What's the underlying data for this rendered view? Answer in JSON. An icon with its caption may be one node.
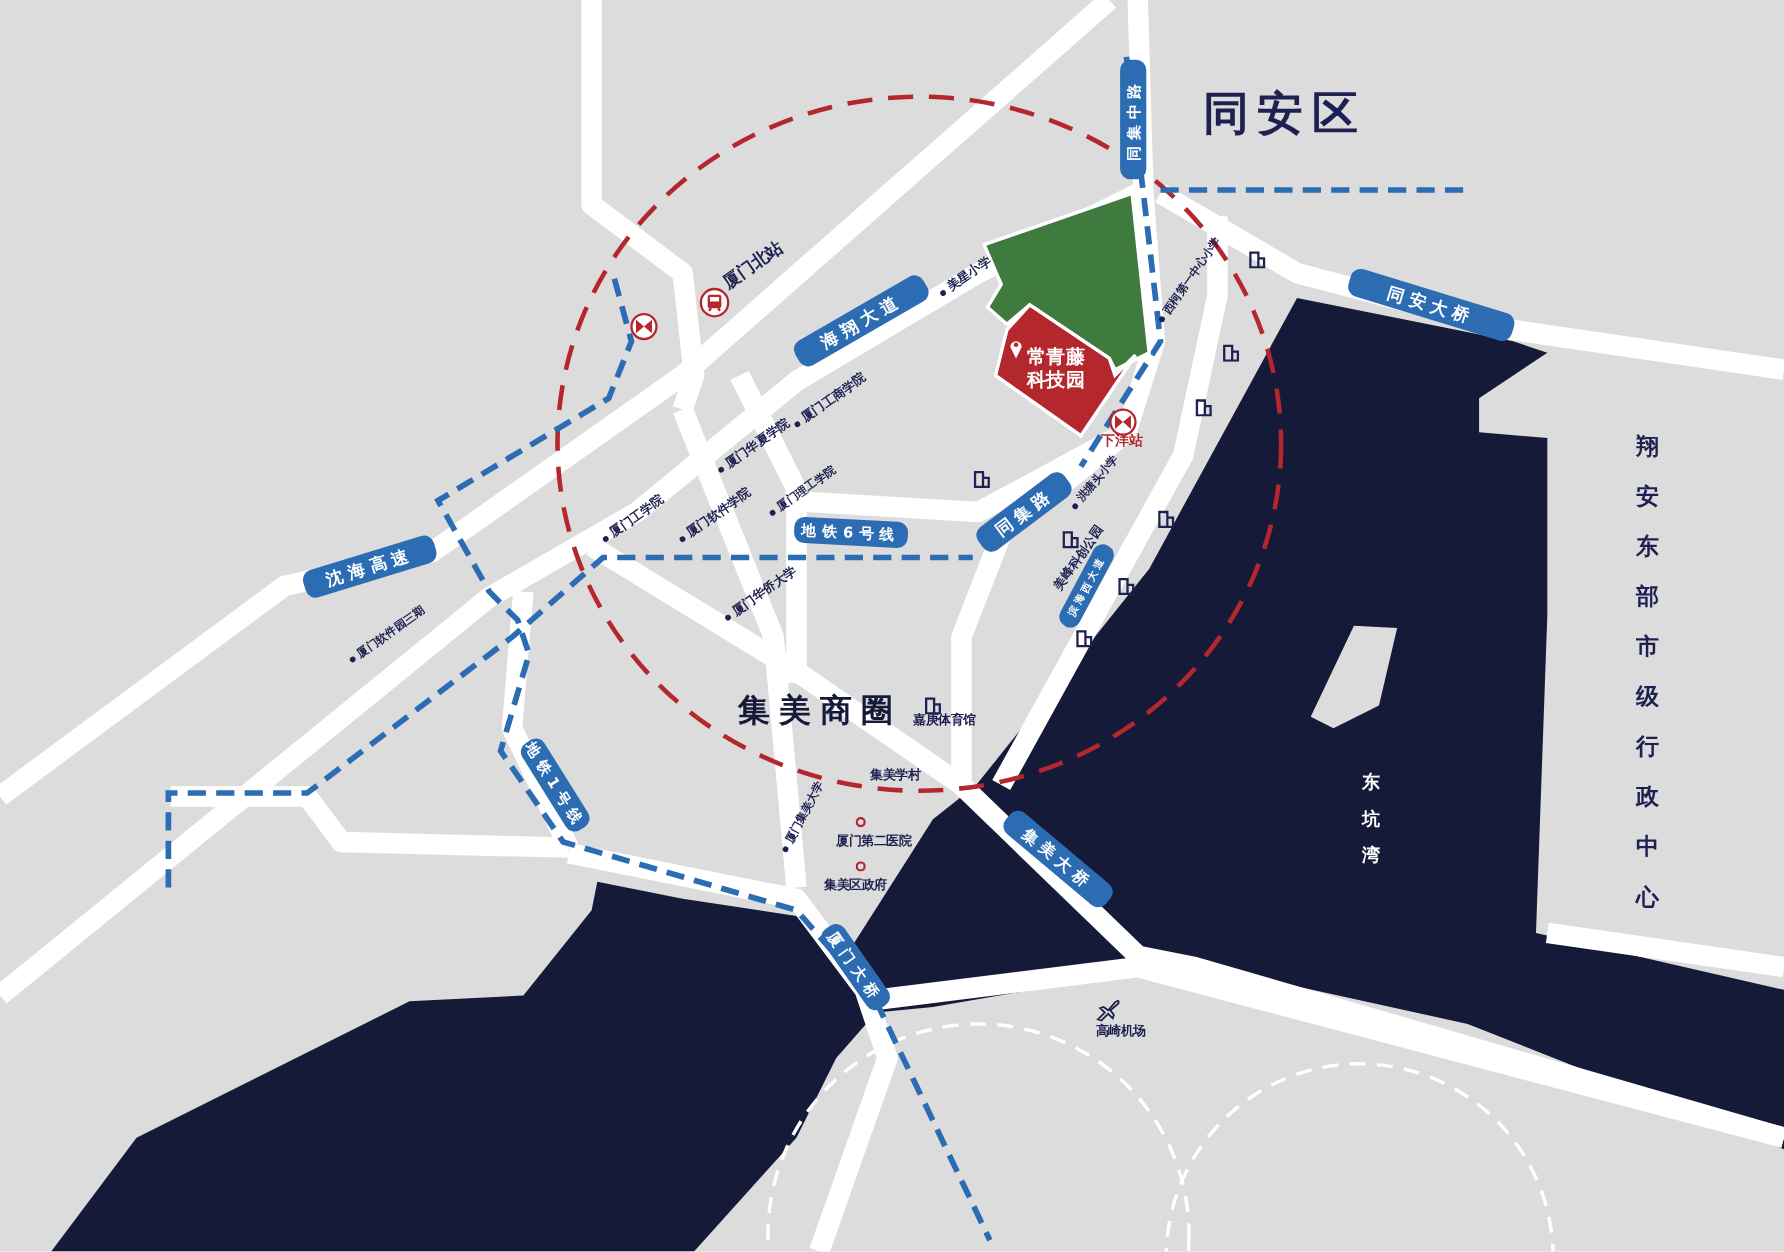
{
  "diagram": {
    "nodes": [
      {
        "text": [
          "沈海高速"
        ]
      },
      {
        "text": [
          "海翔大道"
        ]
      },
      {
        "text": [
          "同集中路"
        ]
      },
      {
        "text": [
          "同安大桥"
        ]
      },
      {
        "text": [
          "地铁6号线"
        ]
      },
      {
        "text": [
          "同集路"
        ]
      },
      {
        "text": [
          "滨海西大道"
        ]
      },
      {
        "text": [
          "地铁1号线"
        ]
      },
      {
        "text": [
          "集美大桥"
        ]
      },
      {
        "text": [
          "厦门大桥"
        ]
      },
      {
        "text": [],
        "shape": "box"
      },
      {
        "text": [
          "常青藤科技园"
        ]
      }
    ],
    "labels": [
      "同安区",
      "厦门北站",
      "美星小学",
      "西柯第一中心小学",
      "厦门工商学院",
      "下洋站",
      "厦门华夏学院",
      "厦门理工学院",
      "洪塘头小学",
      "厦门工学院",
      "厦门软件学院",
      "厦门华侨大学",
      "美峰科创公园",
      "厦门软件园三期",
      "翔安东部市级行政中心",
      "集美商圈",
      "嘉庚体育馆",
      "集美学村",
      "东坑湾",
      "厦门集美大学",
      "厦门第二医院",
      "集美区政府",
      "高崎机场"
    ]
  }
}
